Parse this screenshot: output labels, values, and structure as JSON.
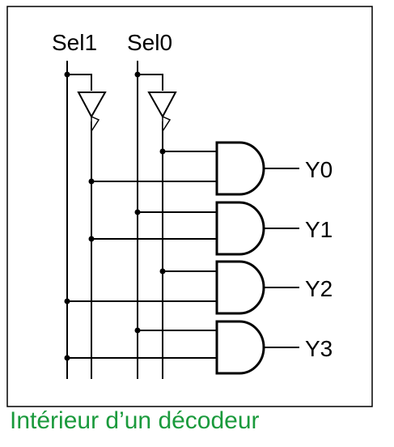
{
  "inputs": {
    "sel1": "Sel1",
    "sel0": "Sel0"
  },
  "outputs": {
    "y0": "Y0",
    "y1": "Y1",
    "y2": "Y2",
    "y3": "Y3"
  },
  "caption": "Intérieur d’un décodeur",
  "colors": {
    "caption": "#1a9a3c",
    "wire": "#000000",
    "background": "#ffffff"
  }
}
